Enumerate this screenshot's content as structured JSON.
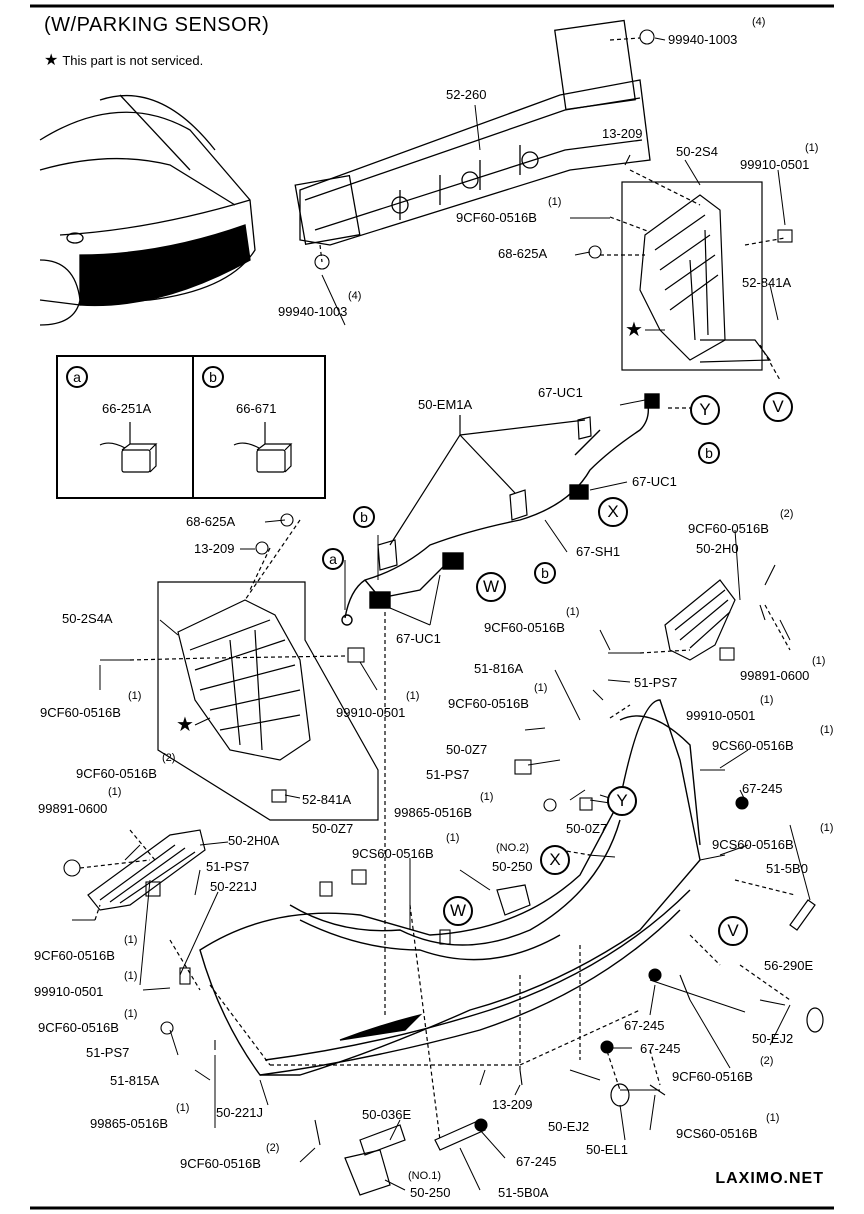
{
  "title": "(W/PARKING SENSOR)",
  "note": "This part is not serviced.",
  "note_icon": "star-icon",
  "brand": "LAXIMO.NET",
  "legend": {
    "a": {
      "letter": "a",
      "part": "66-251A"
    },
    "b": {
      "letter": "b",
      "part": "66-671"
    }
  },
  "markers": {
    "a": "a",
    "b": "b",
    "V": "V",
    "W": "W",
    "X": "X",
    "Y": "Y"
  },
  "parts": {
    "p52_260": "52-260",
    "p99940_top": "99940-1003",
    "p99940_top_qty": "(4)",
    "p99940_left": "99940-1003",
    "p99940_left_qty": "(4)",
    "p13_209_top": "13-209",
    "p50_2s4": "50-2S4",
    "p99910_top": "99910-0501",
    "p99910_top_qty": "(1)",
    "p9cf60_top": "9CF60-0516B",
    "p9cf60_top_qty": "(1)",
    "p68_625a_top": "68-625A",
    "p52_841a_top": "52-841A",
    "p50_em1a": "50-EM1A",
    "p67_uc1_top": "67-UC1",
    "p67_uc1_mid": "67-UC1",
    "p67_sh1": "67-SH1",
    "p67_uc1_low": "67-UC1",
    "p68_625a_left": "68-625A",
    "p13_209_left": "13-209",
    "p50_2s4a": "50-2S4A",
    "p9cf60_left": "9CF60-0516B",
    "p9cf60_left_qty": "(1)",
    "p99910_left": "99910-0501",
    "p99910_left_qty": "(1)",
    "p52_841a_left": "52-841A",
    "p9cf60_2h0": "9CF60-0516B",
    "p9cf60_2h0_qty": "(2)",
    "p50_2h0": "50-2H0",
    "p9cf60_mid": "9CF60-0516B",
    "p9cf60_mid_qty": "(1)",
    "p99891_right": "99891-0600",
    "p99891_right_qty": "(1)",
    "p99910_mid": "99910-0501",
    "p99910_mid_qty": "(1)",
    "p51_816a": "51-816A",
    "p51_ps7_a": "51-PS7",
    "p9cf60_c": "9CF60-0516B",
    "p9cf60_c_qty": "(1)",
    "p9cs60_a": "9CS60-0516B",
    "p9cs60_a_qty": "(1)",
    "p50_0z7_a": "50-0Z7",
    "p51_ps7_b": "51-PS7",
    "p67_245_a": "67-245",
    "p99865_mid": "99865-0516B",
    "p99865_mid_qty": "(1)",
    "p50_0z7_b": "50-0Z7",
    "p9cs60_b": "9CS60-0516B",
    "p9cs60_b_qty": "(1)",
    "p51_5b0": "51-5B0",
    "p9cf60_d": "9CF60-0516B",
    "p9cf60_d_qty": "(2)",
    "p99891_left": "99891-0600",
    "p99891_left_qty": "(1)",
    "p50_2h0a": "50-2H0A",
    "p50_0z7_c": "50-0Z7",
    "p51_ps7_c": "51-PS7",
    "p9cs60_c": "9CS60-0516B",
    "p9cs60_c_qty": "(1)",
    "p50_250_no2": "50-250",
    "p50_250_no2_tag": "(NO.2)",
    "p50_221j_a": "50-221J",
    "p9cf60_e": "9CF60-0516B",
    "p9cf60_e_qty": "(1)",
    "p99910_low": "99910-0501",
    "p99910_low_qty": "(1)",
    "p9cf60_f": "9CF60-0516B",
    "p9cf60_f_qty": "(1)",
    "p51_ps7_d": "51-PS7",
    "p51_815a": "51-815A",
    "p56_290e": "56-290E",
    "p67_245_b": "67-245",
    "p67_245_c": "67-245",
    "p50_ej2_a": "50-EJ2",
    "p9cf60_g": "9CF60-0516B",
    "p9cf60_g_qty": "(2)",
    "p99865_low": "99865-0516B",
    "p99865_low_qty": "(1)",
    "p50_221j_b": "50-221J",
    "p13_209_low": "13-209",
    "p50_ej2_b": "50-EJ2",
    "p9cs60_d": "9CS60-0516B",
    "p9cs60_d_qty": "(1)",
    "p50_036e": "50-036E",
    "p67_245_d": "67-245",
    "p50_el1": "50-EL1",
    "p9cf60_h": "9CF60-0516B",
    "p9cf60_h_qty": "(2)",
    "p50_250_no1": "50-250",
    "p50_250_no1_tag": "(NO.1)",
    "p51_5b0a": "51-5B0A"
  }
}
